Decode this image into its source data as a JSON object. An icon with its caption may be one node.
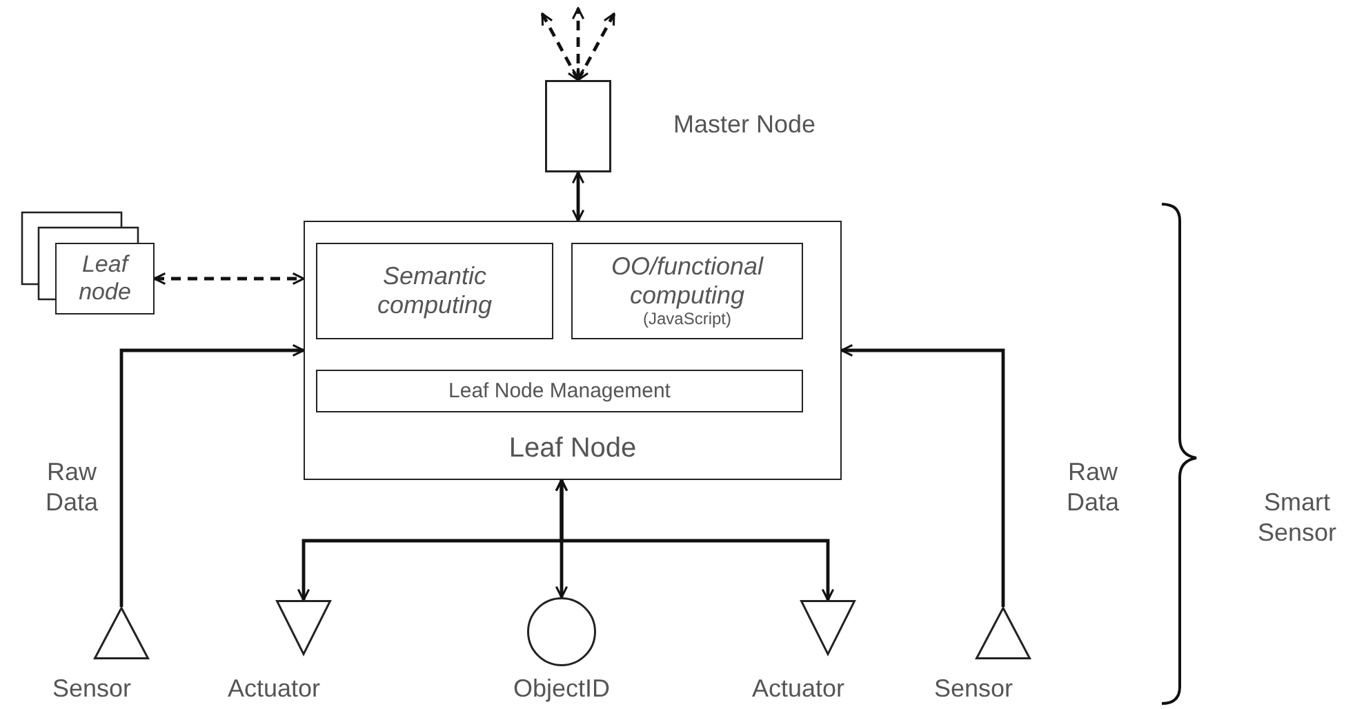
{
  "diagram": {
    "nodes": [
      {
        "text": [],
        "shape": "box",
        "beside": [
          "Master Node"
        ]
      },
      {
        "text": [
          "Leaf Node"
        ]
      },
      {
        "text": [
          "Semantic computing"
        ],
        "in": 1
      },
      {
        "text": [
          "OO/functional computing",
          "(JavaScript)"
        ],
        "in": 1
      },
      {
        "text": [
          "Leaf Node Management"
        ],
        "in": 1
      },
      {
        "text": [
          "Leaf node"
        ]
      },
      {
        "text": [],
        "shape": "triangle",
        "beside": [
          "Sensor"
        ]
      },
      {
        "text": [],
        "shape": "triangle",
        "beside": [
          "Actuator"
        ]
      },
      {
        "text": [],
        "shape": "circle",
        "beside": [
          "ObjectID"
        ]
      },
      {
        "text": [],
        "shape": "triangle",
        "beside": [
          "Actuator"
        ]
      },
      {
        "text": [],
        "shape": "triangle",
        "beside": [
          "Sensor"
        ]
      }
    ],
    "edges": [
      {
        "from": 0,
        "to": null,
        "arrow": "both",
        "style": "dashed"
      },
      {
        "from": 0,
        "to": null,
        "arrow": "both",
        "style": "dashed"
      },
      {
        "from": 0,
        "to": null,
        "arrow": "both",
        "style": "dashed"
      },
      {
        "from": 0,
        "to": 1,
        "arrow": "both"
      },
      {
        "from": 5,
        "to": 1,
        "arrow": "both",
        "style": "dashed"
      },
      {
        "from": 6,
        "to": 1,
        "arrow": "to",
        "label": "Raw Data"
      },
      {
        "from": 10,
        "to": 1,
        "arrow": "to",
        "label": "Raw Data"
      },
      {
        "from": 1,
        "to": 7,
        "arrow": "both"
      },
      {
        "from": 1,
        "to": 8,
        "arrow": "both"
      },
      {
        "from": 1,
        "to": 9,
        "arrow": "both"
      }
    ],
    "labels": [
      "Smart Sensor"
    ]
  }
}
